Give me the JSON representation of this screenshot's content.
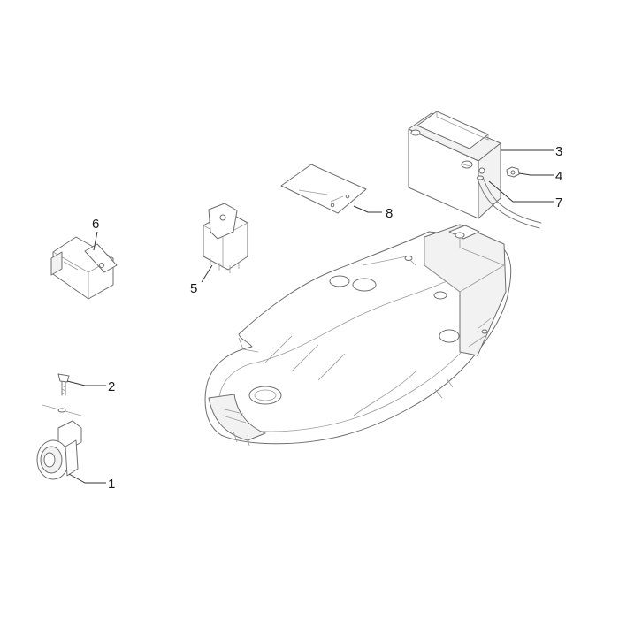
{
  "callouts": {
    "part_1": "1",
    "part_2": "2",
    "part_3": "3",
    "part_4": "4",
    "part_5": "5",
    "part_6": "6",
    "part_7": "7",
    "part_8": "8"
  },
  "colors": {
    "outline": "#6e6e6e",
    "leader": "#333333",
    "text": "#1a1a1a",
    "background": "#ffffff"
  }
}
